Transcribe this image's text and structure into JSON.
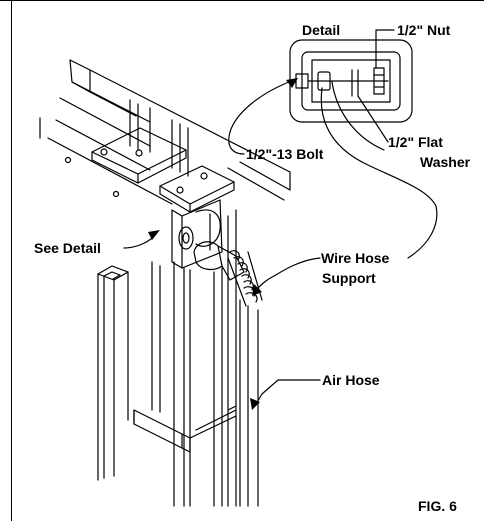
{
  "labels": {
    "detail": "Detail",
    "nut": "1/2\" Nut",
    "flat_washer_1": "1/2\" Flat",
    "flat_washer_2": "Washer",
    "bolt": "1/2\"-13 Bolt",
    "see_detail": "See Detail",
    "wire_hose_1": "Wire Hose",
    "wire_hose_2": "Support",
    "air_hose": "Air Hose",
    "figure": "FIG. 6"
  }
}
